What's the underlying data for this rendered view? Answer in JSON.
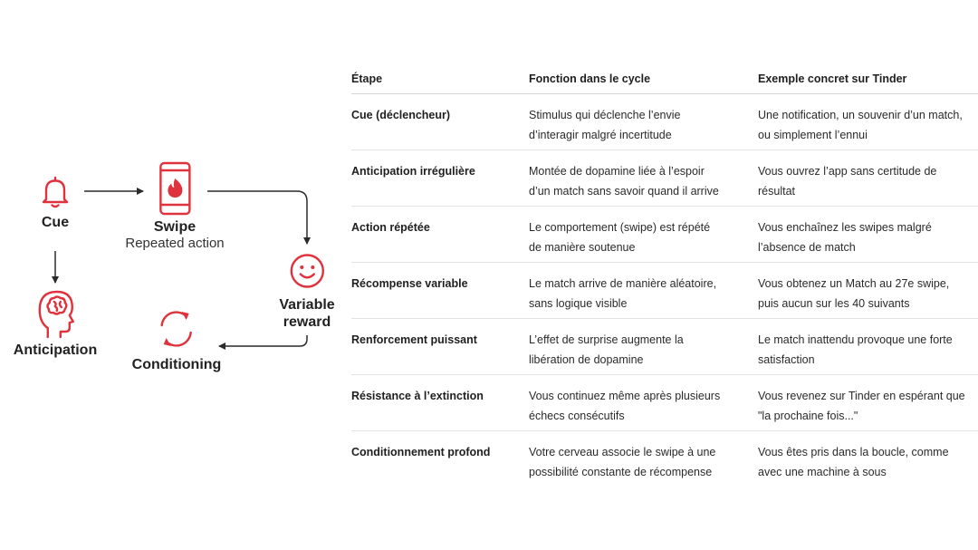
{
  "diagram": {
    "accent_color": "#e0323c",
    "arrow_color": "#2a2a2a",
    "nodes": [
      {
        "id": "cue",
        "icon": "bell-icon",
        "label": "Cue"
      },
      {
        "id": "swipe",
        "icon": "phone-flame-icon",
        "label": "Swipe",
        "sublabel": "Repeated action"
      },
      {
        "id": "reward",
        "icon": "smiley-icon",
        "label_lines": [
          "Variable",
          "reward"
        ]
      },
      {
        "id": "conditioning",
        "icon": "cycle-arrows-icon",
        "label": "Conditioning"
      },
      {
        "id": "anticipation",
        "icon": "head-brain-icon",
        "label": "Anticipation"
      }
    ]
  },
  "table": {
    "headers": [
      "Étape",
      "Fonction dans le cycle",
      "Exemple concret sur Tinder"
    ],
    "rows": [
      {
        "etape": "Cue (déclencheur)",
        "fonction": [
          "Stimulus qui déclenche l’envie",
          "d’interagir malgré incertitude"
        ],
        "exemple": [
          "Une notification, un souvenir d’un match,",
          "ou simplement l’ennui"
        ]
      },
      {
        "etape": "Anticipation irrégulière",
        "fonction": [
          "Montée de dopamine liée à l’espoir",
          "d’un match sans savoir quand il arrive"
        ],
        "exemple": [
          "Vous ouvrez l’app sans certitude de",
          "résultat"
        ]
      },
      {
        "etape": "Action répétée",
        "fonction": [
          "Le comportement (swipe) est répété",
          "de manière soutenue"
        ],
        "exemple": [
          "Vous enchaînez les swipes malgré",
          "l’absence de match"
        ]
      },
      {
        "etape": "Récompense variable",
        "fonction": [
          "Le match arrive de manière aléatoire,",
          "sans logique visible"
        ],
        "exemple": [
          "Vous obtenez un Match au 27e swipe,",
          "puis aucun sur les 40 suivants"
        ]
      },
      {
        "etape": "Renforcement puissant",
        "fonction": [
          "L’effet de surprise augmente la",
          "libération de dopamine"
        ],
        "exemple": [
          "Le match inattendu provoque une forte",
          "satisfaction"
        ]
      },
      {
        "etape": "Résistance à l’extinction",
        "fonction": [
          "Vous continuez même après plusieurs",
          "échecs consécutifs"
        ],
        "exemple": [
          "Vous revenez sur Tinder en espérant que",
          "\"la prochaine fois...\""
        ]
      },
      {
        "etape": "Conditionnement profond",
        "fonction": [
          "Votre cerveau associe le swipe à une",
          "possibilité constante de récompense"
        ],
        "exemple": [
          "Vous êtes pris dans la boucle, comme",
          "avec une machine à sous"
        ]
      }
    ]
  }
}
